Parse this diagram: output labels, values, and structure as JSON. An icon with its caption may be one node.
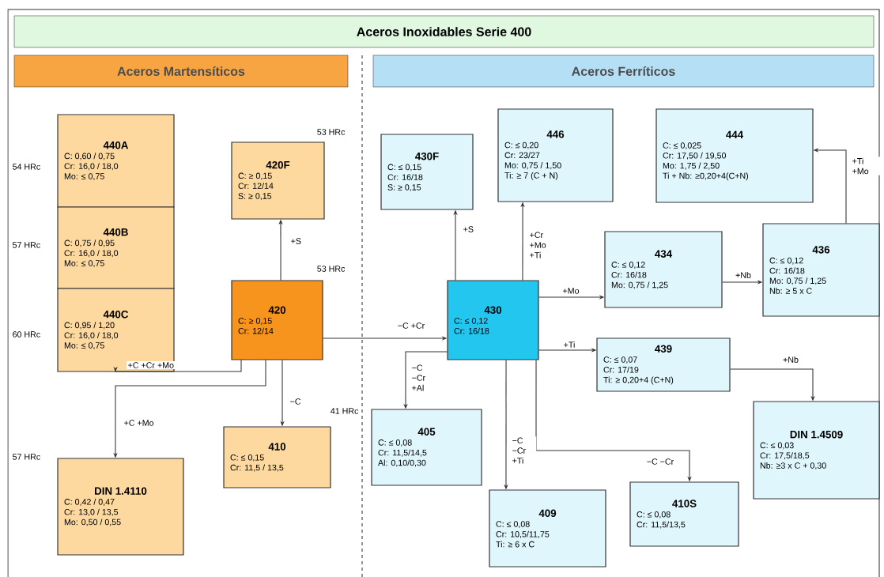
{
  "diagram": {
    "title": "Aceros Inoxidables Serie 400",
    "nodes": [
      {
        "text": [
          "Aceros Martensíticos"
        ]
      },
      {
        "text": [
          "Aceros Ferríticos"
        ]
      },
      {
        "text": [
          "440A",
          "C: 0,60 / 0,75",
          "Cr: 16,0 / 18,0",
          "Mo: ≤ 0,75"
        ],
        "beside": [
          "54 HRc"
        ]
      },
      {
        "text": [
          "440B",
          "C: 0,75 / 0,95",
          "Cr: 16,0 / 18,0",
          "Mo: ≤ 0,75"
        ],
        "beside": [
          "57 HRc"
        ]
      },
      {
        "text": [
          "440C",
          "C: 0,95 / 1,20",
          "Cr: 16,0 / 18,0",
          "Mo: ≤ 0,75"
        ],
        "beside": [
          "60 HRc"
        ]
      },
      {
        "text": [
          "420F",
          "C: ≥ 0,15",
          "Cr: 12/14",
          "S: ≥ 0,15"
        ],
        "beside": [
          "53 HRc"
        ]
      },
      {
        "text": [
          "420",
          "C: ≥ 0,15",
          "Cr: 12/14"
        ],
        "beside": [
          "53 HRc"
        ]
      },
      {
        "text": [
          "410",
          "C: ≤ 0,15",
          "Cr: 11,5 / 13,5"
        ],
        "beside": [
          "41 HRc"
        ]
      },
      {
        "text": [
          "DIN 1.4110",
          "C: 0,42 / 0,47",
          "Cr: 13,0 / 13,5",
          "Mo: 0,50 / 0,55"
        ],
        "beside": [
          "57 HRc"
        ]
      },
      {
        "text": [
          "430F",
          "C: ≤ 0,15",
          "Cr: 16/18",
          "S: ≥ 0,15"
        ]
      },
      {
        "text": [
          "446",
          "C: ≤ 0,20",
          "Cr: 23/27",
          "Mo: 0,75 / 1,50",
          "Ti: ≥ 7 (C + N)"
        ]
      },
      {
        "text": [
          "444",
          "C: ≤ 0,025",
          "Cr: 17,50 / 19,50",
          "Mo: 1,75 / 2,50",
          "Ti + Nb: ≥0,20+4(C+N)"
        ]
      },
      {
        "text": [
          "434",
          "C: ≤ 0,12",
          "Cr: 16/18",
          "Mo: 0,75 / 1,25"
        ]
      },
      {
        "text": [
          "436",
          "C: ≤ 0,12",
          "Cr: 16/18",
          "Mo: 0,75 / 1,25",
          "Nb: ≥ 5 x C"
        ]
      },
      {
        "text": [
          "430",
          "C: ≤ 0,12",
          "Cr: 16/18"
        ]
      },
      {
        "text": [
          "439",
          "C: ≤ 0,07",
          "Cr: 17/19",
          "Ti: ≥ 0,20+4 (C+N)"
        ]
      },
      {
        "text": [
          "405",
          "C: ≤ 0,08",
          "Cr: 11,5/14,5",
          "Al: 0,10/0,30"
        ]
      },
      {
        "text": [
          "409",
          "C: ≤ 0,08",
          "Cr: 10,5/11,75",
          "Ti: ≥ 6 x C"
        ]
      },
      {
        "text": [
          "410S",
          "C: ≤ 0,08",
          "Cr: 11,5/13,5"
        ]
      },
      {
        "text": [
          "DIN 1.4509",
          "C: ≤ 0,03",
          "Cr: 17,5/18,5",
          "Nb: ≥3 x C + 0,30"
        ]
      }
    ],
    "edges": [
      {
        "from": 6,
        "to": 5,
        "arrow": "to",
        "label": "+S"
      },
      {
        "from": 6,
        "to": 4,
        "arrow": "to",
        "label": "+C +Cr +Mo"
      },
      {
        "from": 6,
        "to": 8,
        "arrow": "to",
        "label": "+C +Mo"
      },
      {
        "from": 6,
        "to": 7,
        "arrow": "to",
        "label": "−C"
      },
      {
        "from": 6,
        "to": 14,
        "arrow": "to",
        "label": "−C +Cr"
      },
      {
        "from": 14,
        "to": 9,
        "arrow": "to",
        "label": "+S"
      },
      {
        "from": 14,
        "to": 10,
        "arrow": "to",
        "label": "+Cr +Mo +Ti"
      },
      {
        "from": 14,
        "to": 12,
        "arrow": "to",
        "label": "+Mo"
      },
      {
        "from": 12,
        "to": 13,
        "arrow": "to",
        "label": "+Nb"
      },
      {
        "from": 13,
        "to": 11,
        "arrow": "to",
        "label": "+Ti +Mo"
      },
      {
        "from": 14,
        "to": 15,
        "arrow": "to",
        "label": "+Ti"
      },
      {
        "from": 15,
        "to": 19,
        "arrow": "to",
        "label": "+Nb"
      },
      {
        "from": 14,
        "to": 16,
        "arrow": "to",
        "label": "−C −Cr +Al"
      },
      {
        "from": 14,
        "to": 17,
        "arrow": "to",
        "label": "−C −Cr +Ti"
      },
      {
        "from": 14,
        "to": 18,
        "arrow": "to",
        "label": "−C −Cr"
      }
    ]
  }
}
